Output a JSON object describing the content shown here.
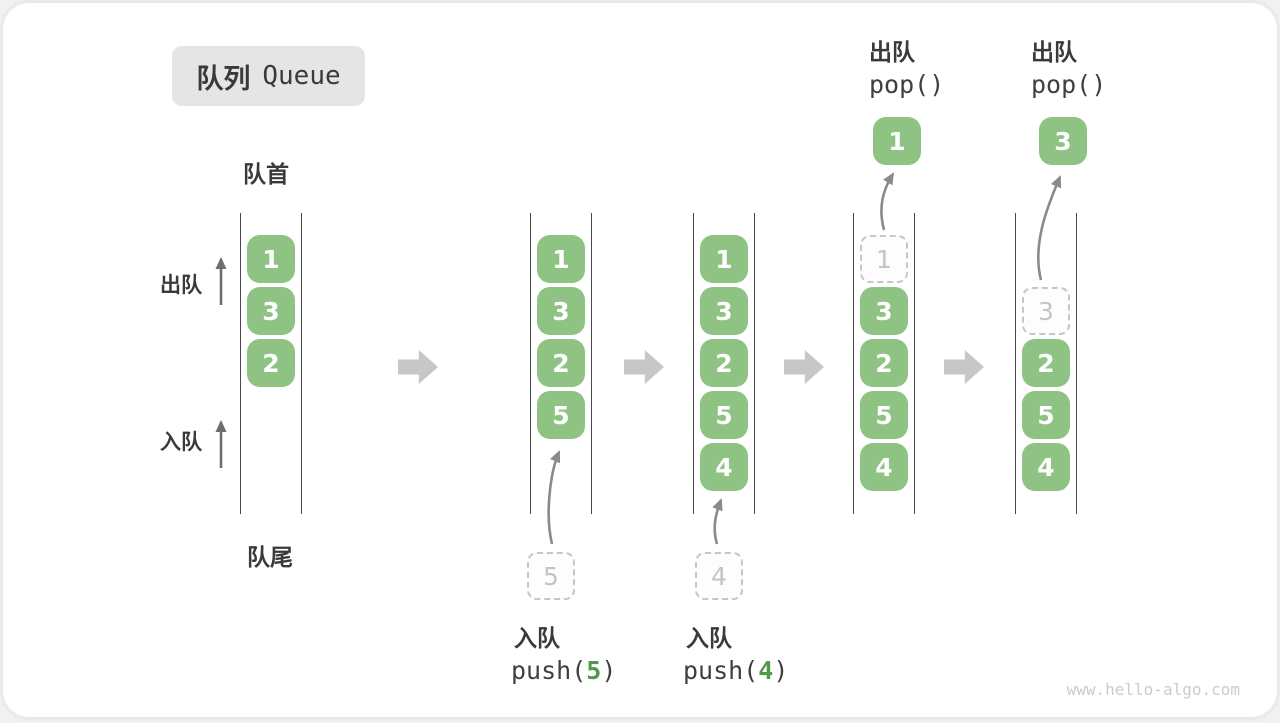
{
  "title": {
    "zh": "队列",
    "en": "Queue"
  },
  "front_label": "队首",
  "rear_label": "队尾",
  "dequeue_side_label": "出队",
  "enqueue_side_label": "入队",
  "watermark": "www.hello-algo.com",
  "colors": {
    "cell_green": "#8FC384",
    "code_accent_green": "#53994A",
    "label_text": "#3A3A3A",
    "block_arrow_gray": "#C7C7C7",
    "flow_arrow_gray": "#8A8A8A",
    "dashed_gray": "#C6C6C6"
  },
  "queues": [
    {
      "slots": [
        {
          "row": 1,
          "value": "1",
          "style": "solid"
        },
        {
          "row": 2,
          "value": "3",
          "style": "solid"
        },
        {
          "row": 3,
          "value": "2",
          "style": "solid"
        }
      ]
    },
    {
      "slots": [
        {
          "row": 1,
          "value": "1",
          "style": "solid"
        },
        {
          "row": 2,
          "value": "3",
          "style": "solid"
        },
        {
          "row": 3,
          "value": "2",
          "style": "solid"
        },
        {
          "row": 4,
          "value": "5",
          "style": "solid"
        }
      ],
      "enqueue": {
        "box_value": "5",
        "label": "入队",
        "code_pre": "push(",
        "code_arg": "5",
        "code_post": ")"
      }
    },
    {
      "slots": [
        {
          "row": 1,
          "value": "1",
          "style": "solid"
        },
        {
          "row": 2,
          "value": "3",
          "style": "solid"
        },
        {
          "row": 3,
          "value": "2",
          "style": "solid"
        },
        {
          "row": 4,
          "value": "5",
          "style": "solid"
        },
        {
          "row": 5,
          "value": "4",
          "style": "solid"
        }
      ],
      "enqueue": {
        "box_value": "4",
        "label": "入队",
        "code_pre": "push(",
        "code_arg": "4",
        "code_post": ")"
      }
    },
    {
      "slots": [
        {
          "row": 1,
          "value": "1",
          "style": "dashed"
        },
        {
          "row": 2,
          "value": "3",
          "style": "solid"
        },
        {
          "row": 3,
          "value": "2",
          "style": "solid"
        },
        {
          "row": 4,
          "value": "5",
          "style": "solid"
        },
        {
          "row": 5,
          "value": "4",
          "style": "solid"
        }
      ],
      "dequeue": {
        "box_value": "1",
        "label": "出队",
        "code": "pop()"
      }
    },
    {
      "slots": [
        {
          "row": 2,
          "value": "3",
          "style": "dashed"
        },
        {
          "row": 3,
          "value": "2",
          "style": "solid"
        },
        {
          "row": 4,
          "value": "5",
          "style": "solid"
        },
        {
          "row": 5,
          "value": "4",
          "style": "solid"
        }
      ],
      "dequeue": {
        "box_value": "3",
        "label": "出队",
        "code": "pop()"
      }
    }
  ]
}
